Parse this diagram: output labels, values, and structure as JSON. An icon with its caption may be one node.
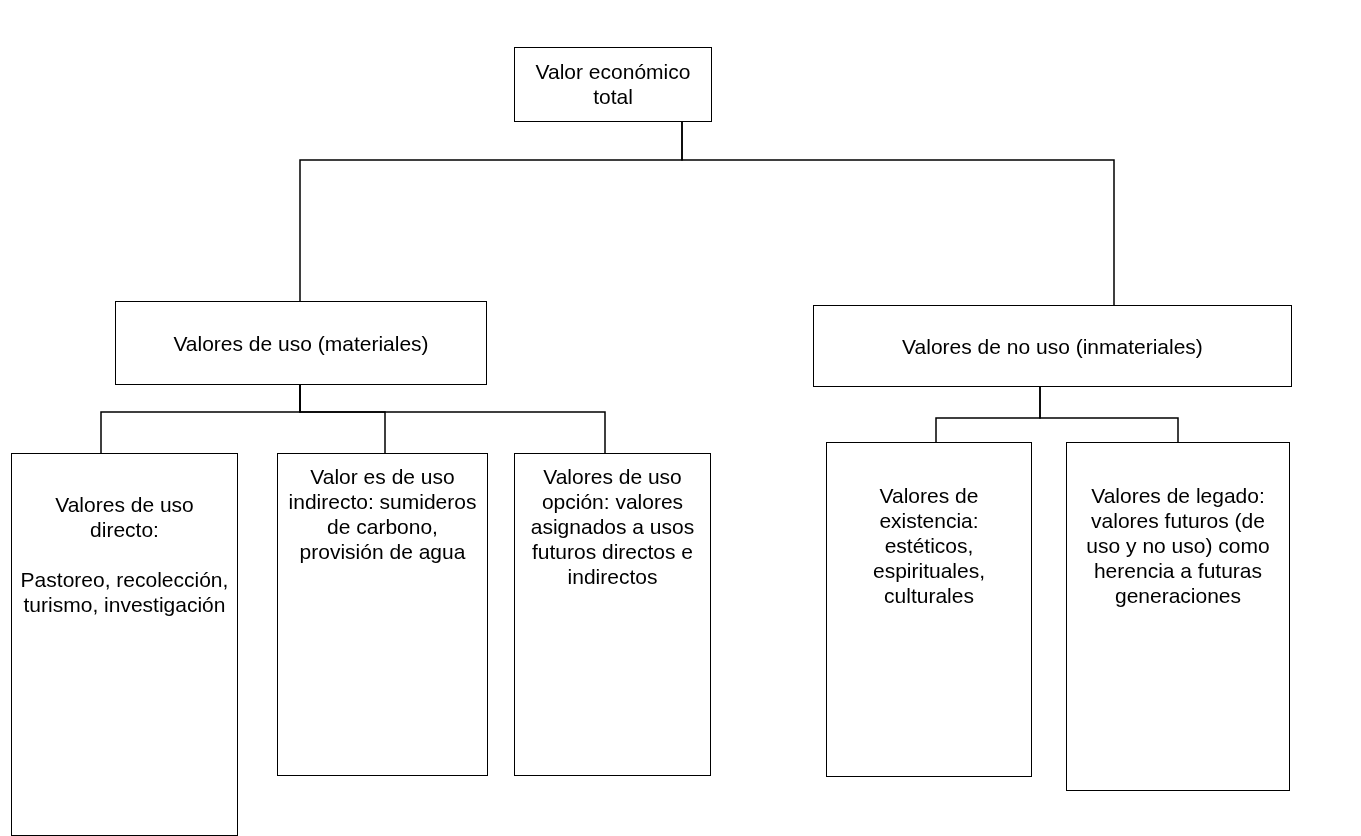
{
  "diagram": {
    "nodes": [
      {
        "text": [
          "Valor económico total"
        ]
      },
      {
        "text": [
          "Valores de uso (materiales)"
        ]
      },
      {
        "text": [
          "Valores de no uso (inmateriales)"
        ]
      },
      {
        "text": [
          "Valores de uso directo:",
          "Pastoreo, recolección, turismo, investigación"
        ]
      },
      {
        "text": [
          "Valor es de uso indirecto: sumideros de carbono, provisión de agua"
        ]
      },
      {
        "text": [
          "Valores de uso opción: valores asignados a usos futuros directos e indirectos"
        ]
      },
      {
        "text": [
          "Valores de existencia: estéticos, espirituales, culturales"
        ]
      },
      {
        "text": [
          "Valores de legado: valores futuros (de uso y no uso) como herencia a futuras generaciones"
        ]
      }
    ],
    "edges": [
      {
        "from": 0,
        "to": 1,
        "arrow": "none"
      },
      {
        "from": 0,
        "to": 2,
        "arrow": "none"
      },
      {
        "from": 1,
        "to": 3,
        "arrow": "none"
      },
      {
        "from": 1,
        "to": 4,
        "arrow": "none"
      },
      {
        "from": 1,
        "to": 5,
        "arrow": "none"
      },
      {
        "from": 2,
        "to": 6,
        "arrow": "none"
      },
      {
        "from": 2,
        "to": 7,
        "arrow": "none"
      }
    ]
  }
}
